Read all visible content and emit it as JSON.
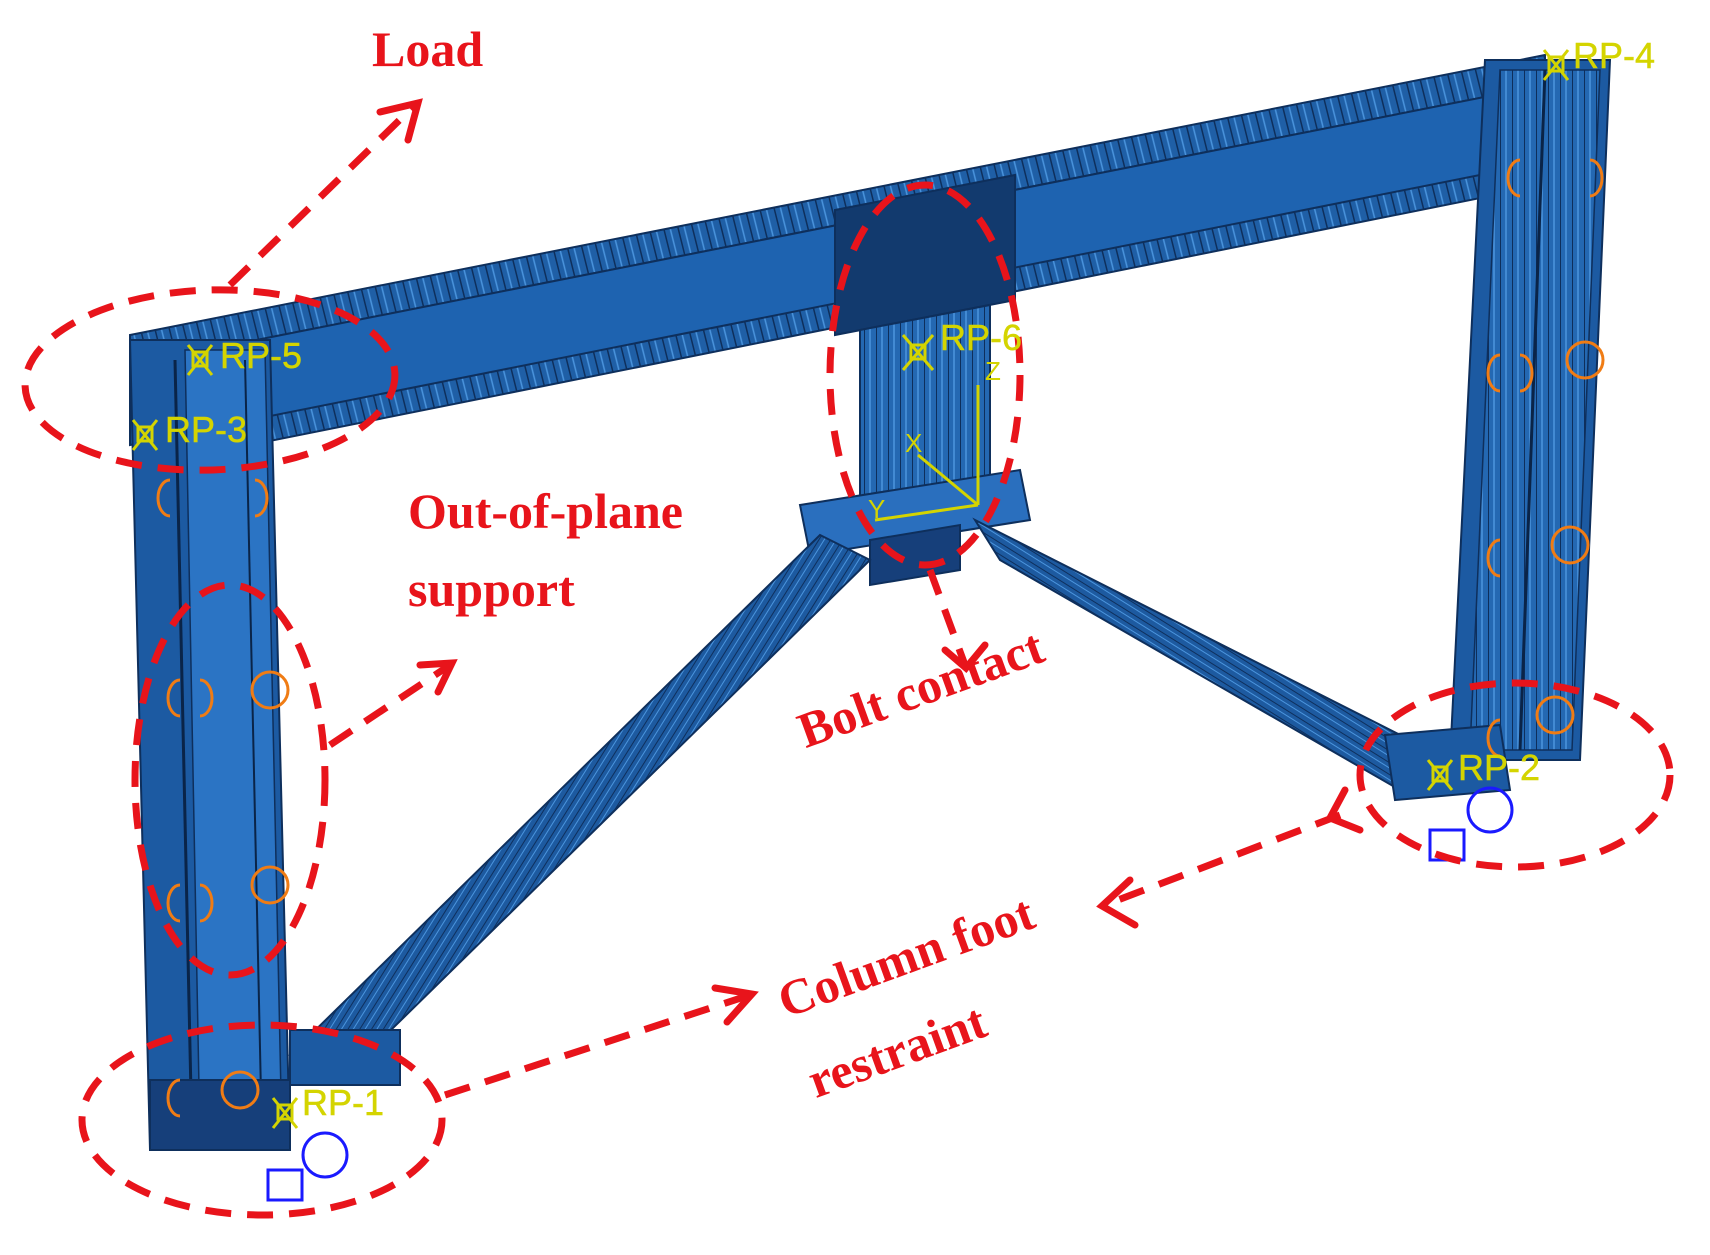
{
  "colors": {
    "steel": "#1f5fa6",
    "steel_dark": "#123a6e",
    "steel_light": "#3a86d4",
    "annotation": "#e8141b",
    "rp_marker": "#d4d400",
    "coupling": "#f07c14",
    "boundary": "#1a1aff"
  },
  "annotations": {
    "load": "Load",
    "oop_line1": "Out-of-plane",
    "oop_line2": "support",
    "bolt": "Bolt contact",
    "foot_line1": "Column foot",
    "foot_line2": "restraint"
  },
  "reference_points": {
    "rp1": "RP-1",
    "rp2": "RP-2",
    "rp3": "RP-3",
    "rp4": "RP-4",
    "rp5": "RP-5",
    "rp6": "RP-6"
  },
  "axes": {
    "z": "Z",
    "x": "X",
    "y": "Y"
  }
}
